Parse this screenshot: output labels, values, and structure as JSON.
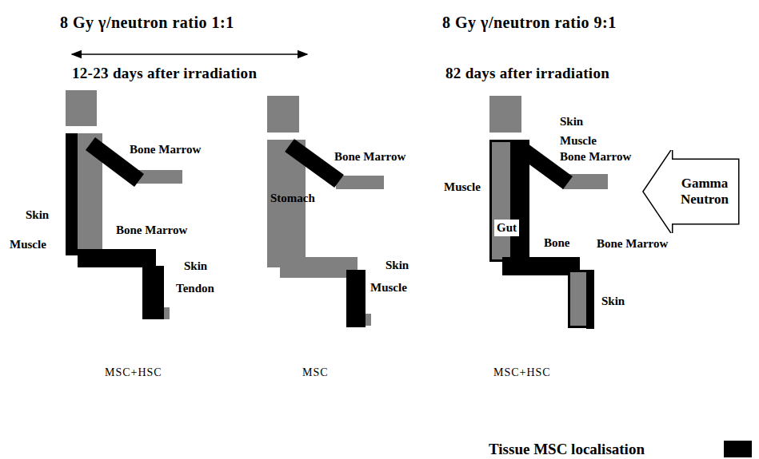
{
  "diagram": {
    "nodes": [
      {
        "text": [
          "Gut"
        ]
      },
      {
        "text": [
          "Gamma Neutron"
        ]
      }
    ],
    "labels": [
      "8 Gy γ/neutron ratio 1:1",
      "8 Gy γ/neutron ratio 9:1",
      "12-23 days after irradiation",
      "82 days after irradiation",
      "Bone Marrow",
      "Skin",
      "Muscle",
      "Bone Marrow",
      "Skin",
      "Tendon",
      "Bone Marrow",
      "Stomach",
      "Skin",
      "Muscle",
      "Skin",
      "Muscle",
      "Bone Marrow",
      "Muscle",
      "Bone",
      "Bone Marrow",
      "Skin",
      "MSC+HSC",
      "MSC",
      "MSC+HSC"
    ],
    "legend": [
      {
        "text": "Tissue MSC localisation",
        "color": "#000000"
      }
    ]
  }
}
